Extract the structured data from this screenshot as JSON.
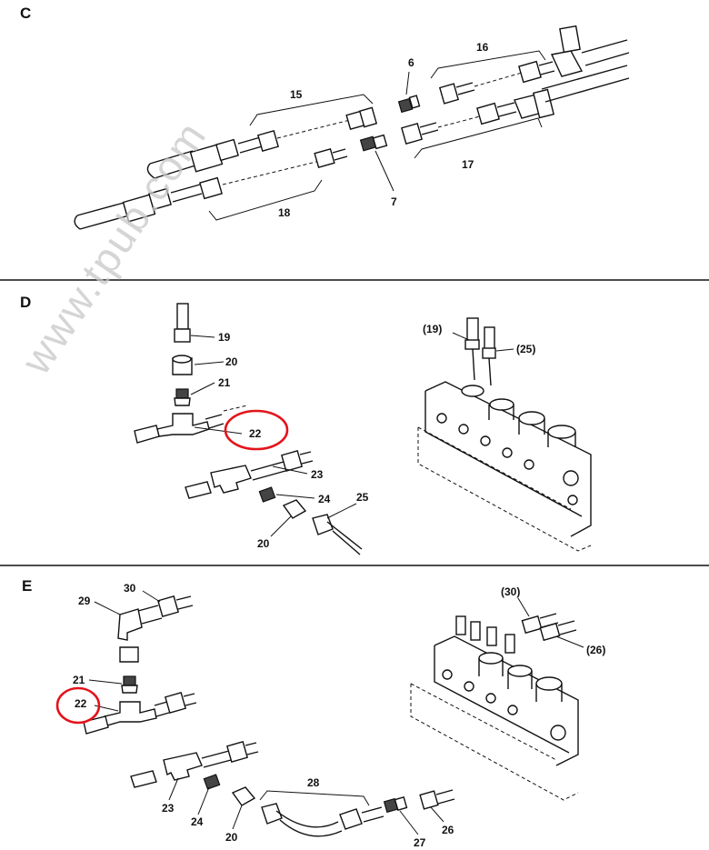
{
  "watermark": "www.tpub.com",
  "sections": {
    "c": {
      "label": "C",
      "parts": [
        "15",
        "6",
        "16",
        "17",
        "7",
        "18"
      ]
    },
    "d": {
      "label": "D",
      "parts": [
        "19",
        "20",
        "21",
        "22",
        "23",
        "24",
        "25",
        "20"
      ],
      "inset_parts": [
        "(19)",
        "(25)"
      ]
    },
    "e": {
      "label": "E",
      "parts": [
        "30",
        "29",
        "21",
        "22",
        "23",
        "24",
        "20",
        "28",
        "27",
        "26"
      ],
      "inset_parts": [
        "(30)",
        "(26)"
      ]
    }
  },
  "highlight_color": "#e3141b"
}
